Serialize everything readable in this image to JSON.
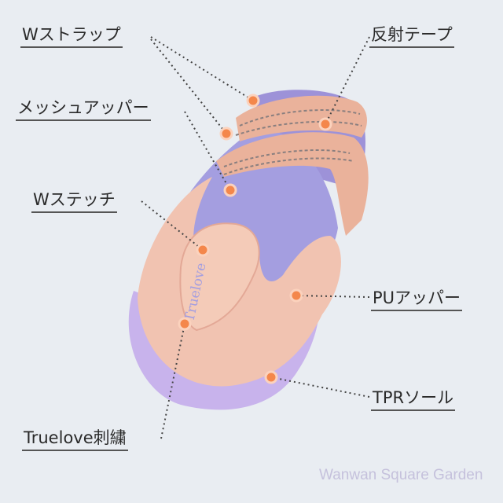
{
  "labels": {
    "w_strap": "Wストラップ",
    "reflective_tape": "反射テープ",
    "mesh_upper": "メッシュアッパー",
    "w_stitch": "Wステッチ",
    "pu_upper": "PUアッパー",
    "tpr_sole": "TPRソール",
    "truelove_embroidery": "Truelove刺繍"
  },
  "shoe_logo": "Truelove",
  "watermark": "Wanwan Square Garden",
  "colors": {
    "background": "#e9edf2",
    "shoe_pink": "#f1c3b1",
    "mesh": "#a49ee0",
    "sole": "#c8b3ec",
    "strap": "#eab29b",
    "marker": "#f4874b"
  }
}
